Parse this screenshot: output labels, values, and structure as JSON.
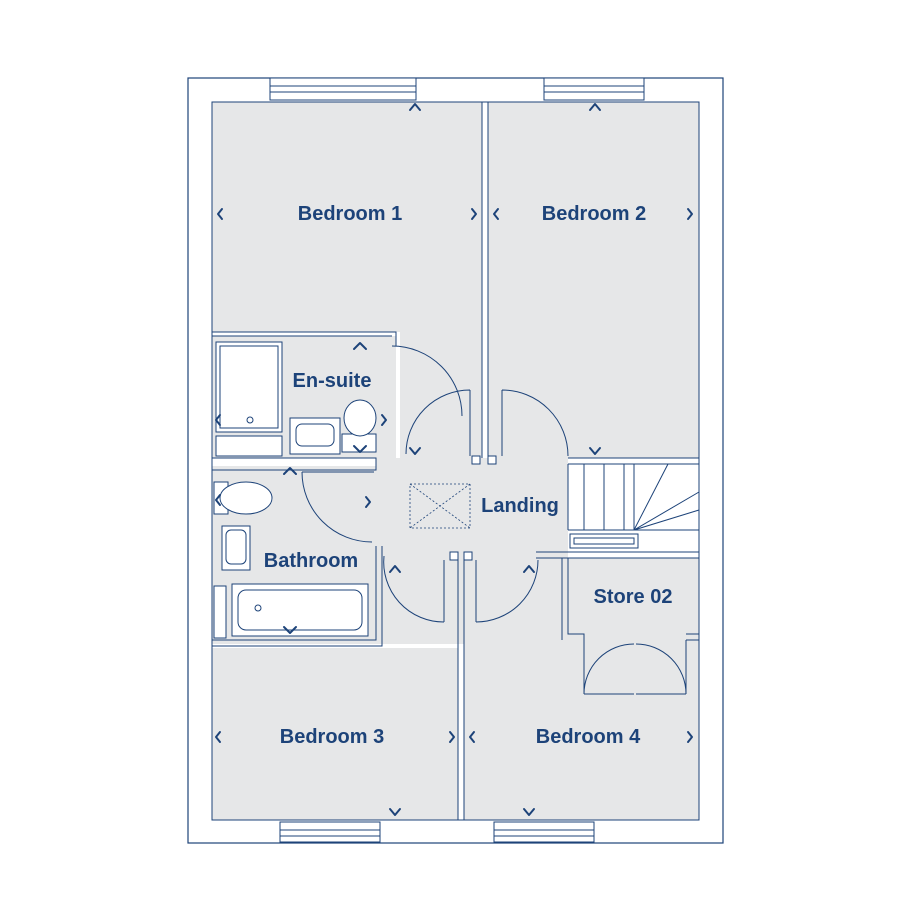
{
  "rooms": {
    "bedroom_1": "Bedroom 1",
    "bedroom_2": "Bedroom 2",
    "en_suite": "En-suite",
    "landing": "Landing",
    "bathroom": "Bathroom",
    "store_02": "Store 02",
    "bedroom_3": "Bedroom 3",
    "bedroom_4": "Bedroom 4"
  },
  "colors": {
    "line": "#1d4379",
    "floor": "#e6e7e8",
    "background": "#ffffff"
  }
}
